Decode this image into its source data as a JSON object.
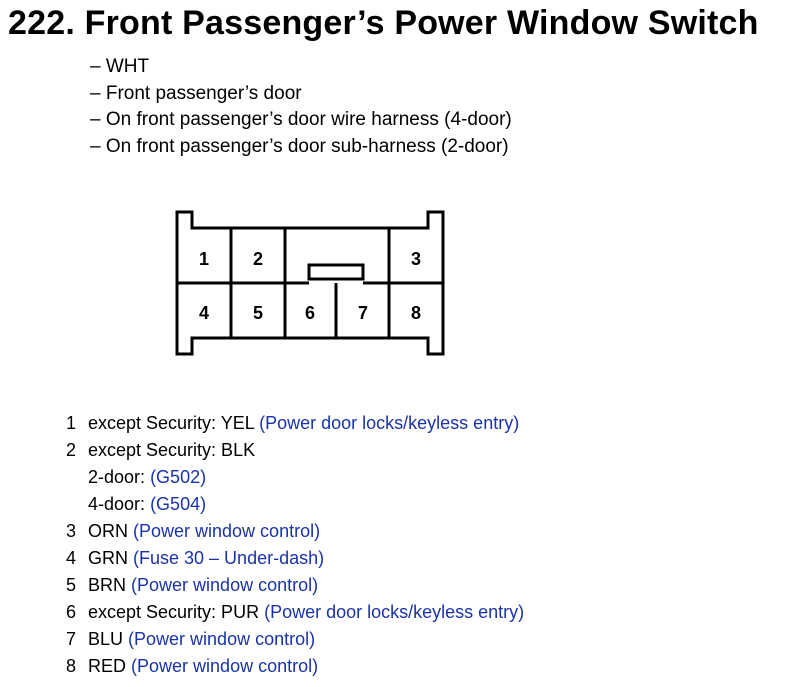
{
  "title": "222. Front Passenger’s Power Window Switch",
  "details": [
    "– WHT",
    "– Front passenger’s door",
    "– On front passenger’s door wire harness (4-door)",
    "– On front passenger’s door sub-harness (2-door)"
  ],
  "connector": {
    "pins": [
      "1",
      "2",
      "3",
      "4",
      "5",
      "6",
      "7",
      "8"
    ]
  },
  "pinout": [
    {
      "pin": "1",
      "text": "except Security: YEL",
      "link": "(Power door locks/keyless entry)"
    },
    {
      "pin": "2",
      "text": "except Security: BLK",
      "link": ""
    },
    {
      "pin": "",
      "text": "2-door:",
      "link": "(G502)"
    },
    {
      "pin": "",
      "text": "4-door:",
      "link": "(G504)"
    },
    {
      "pin": "3",
      "text": "ORN",
      "link": "(Power window control)"
    },
    {
      "pin": "4",
      "text": "GRN",
      "link": "(Fuse 30 – Under-dash)"
    },
    {
      "pin": "5",
      "text": "BRN",
      "link": "(Power window control)"
    },
    {
      "pin": "6",
      "text": "except Security: PUR",
      "link": "(Power door locks/keyless entry)"
    },
    {
      "pin": "7",
      "text": "BLU",
      "link": "(Power window control)"
    },
    {
      "pin": "8",
      "text": "RED",
      "link": "(Power window control)"
    }
  ],
  "colors": {
    "link": "#1a33a8",
    "text": "#000000"
  }
}
